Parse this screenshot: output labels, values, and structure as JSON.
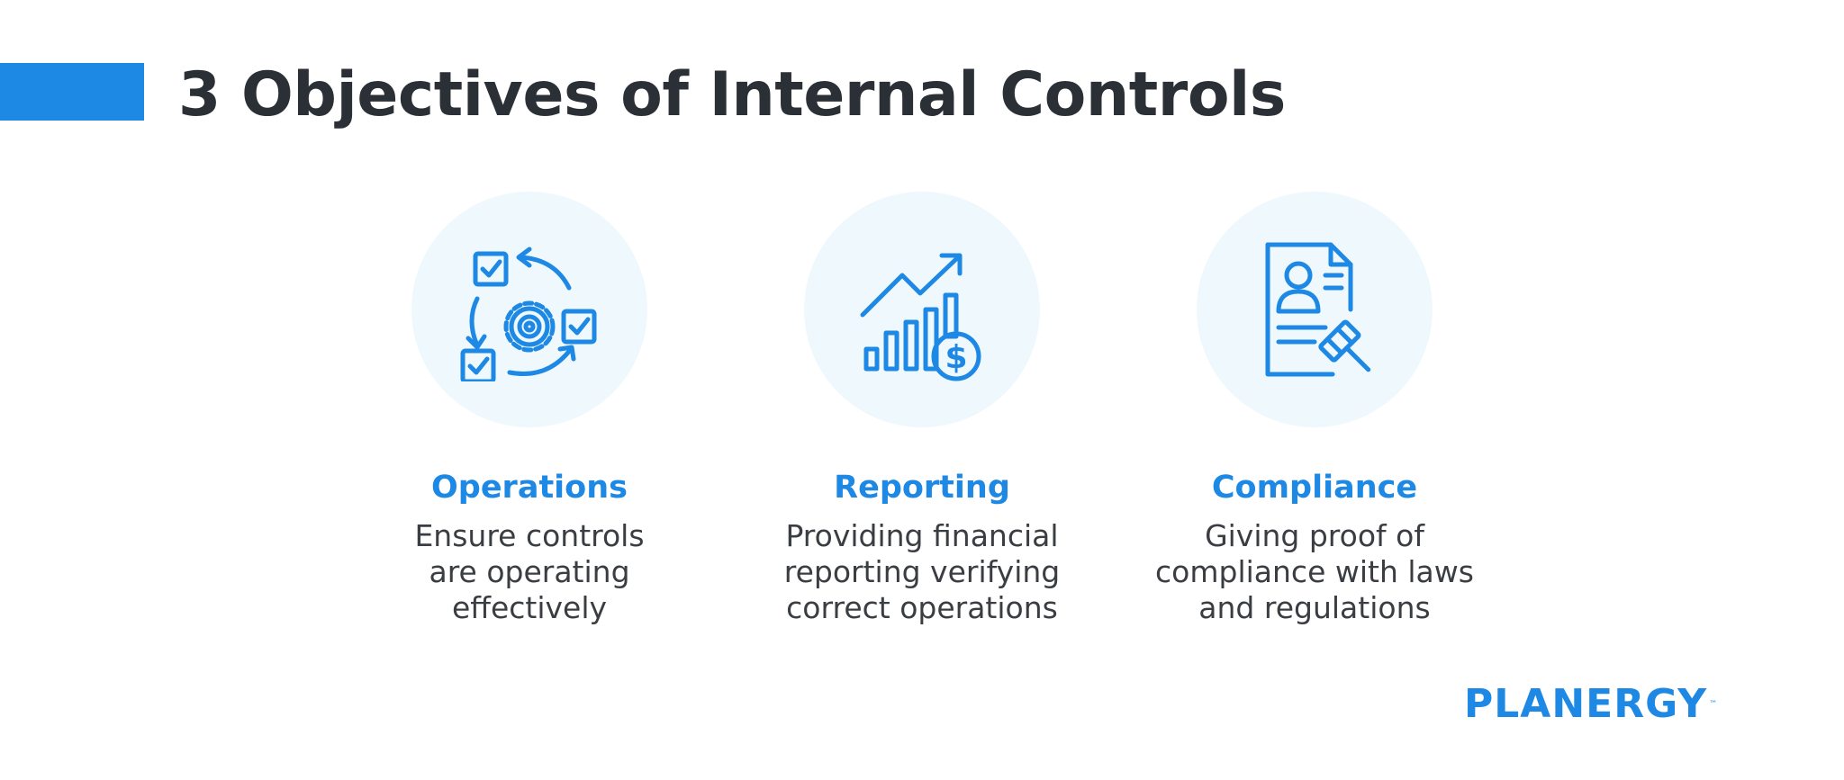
{
  "title": "3 Objectives of Internal Controls",
  "colors": {
    "accent": "#1e88e5",
    "title_text": "#2b2f36",
    "body_text": "#3a3d42",
    "circle_bg": "#eef8fd",
    "logo_accent": "#f26522"
  },
  "objectives": [
    {
      "icon": "cycle-gear-checkbox-icon",
      "title": "Operations",
      "description": [
        "Ensure controls",
        "are operating",
        "effectively"
      ]
    },
    {
      "icon": "growth-chart-dollar-icon",
      "title": "Reporting",
      "description": [
        "Providing financial",
        "reporting verifying",
        "correct operations"
      ]
    },
    {
      "icon": "document-gavel-icon",
      "title": "Compliance",
      "description": [
        "Giving proof of",
        "compliance with laws",
        "and regulations"
      ]
    }
  ],
  "logo": {
    "text": "PLANERGY",
    "trademark": "™"
  }
}
